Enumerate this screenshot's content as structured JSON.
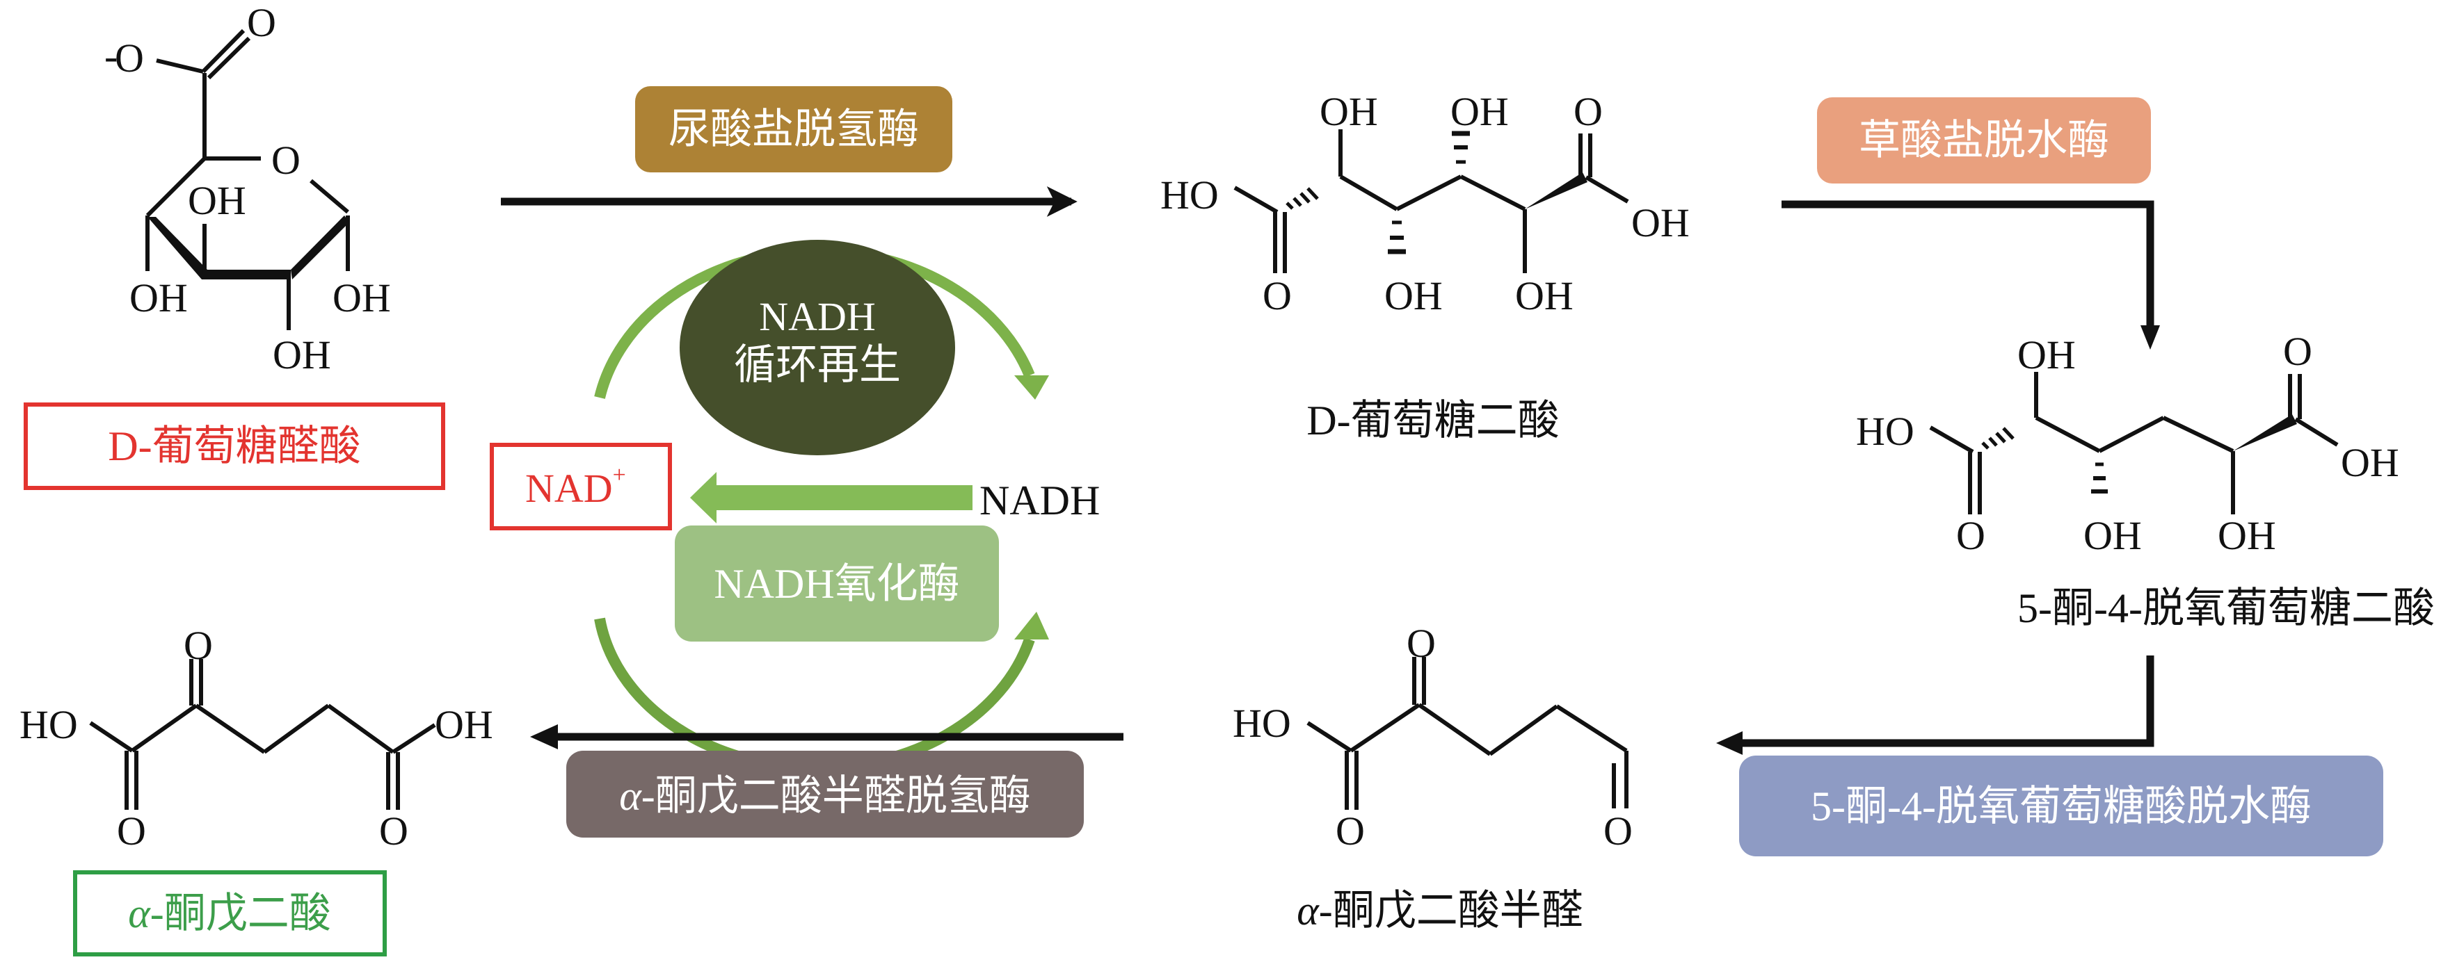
{
  "figure": {
    "colors": {
      "uronate_dh": "#AD8235",
      "glucarate_dh": "#E9A07E",
      "kdg_dh": "#8E9BC4",
      "kgsa_dh": "#776968",
      "nadh_oxidase": "#9DC183",
      "cycle_ellipse": "#454F2B",
      "cycle_arrow": "#7DB24A",
      "red_box": "#E3342F",
      "green_box": "#2E9E45"
    }
  },
  "compounds": {
    "glucuronate": {
      "label": "D-葡萄糖醛酸",
      "atoms": {
        "o_minus": "O",
        "charge": "-",
        "o_carbonyl": "O",
        "o_ring": "O",
        "oh_axial": "OH",
        "oh_left": "OH",
        "oh_right": "OH",
        "oh_bottom": "OH"
      }
    },
    "glucarate": {
      "label": "D-葡萄糖二酸",
      "atoms": {
        "ho_left": "HO",
        "o_left": "O",
        "oh_top1": "OH",
        "oh_top2": "OH",
        "o_right": "O",
        "oh_right": "OH",
        "oh_bot1": "OH",
        "oh_bot2": "OH"
      }
    },
    "kdg": {
      "label": "5-酮-4-脱氧葡萄糖二酸",
      "atoms": {
        "ho_left": "HO",
        "o_left": "O",
        "oh_top": "OH",
        "o_right": "O",
        "oh_right": "OH",
        "oh_bot1": "OH",
        "oh_bot2": "OH"
      }
    },
    "kgsa": {
      "label_alpha": "α",
      "label": "-酮戊二酸半醛",
      "atoms": {
        "ho_left": "HO",
        "o_top": "O",
        "o_left": "O",
        "o_right": "O"
      }
    },
    "akg": {
      "label_alpha": "α",
      "label": "-酮戊二酸",
      "atoms": {
        "ho_left": "HO",
        "o_top": "O",
        "oh_right": "OH",
        "o_left": "O",
        "o_right": "O"
      }
    }
  },
  "enzymes": {
    "uronate_dh": "尿酸盐脱氢酶",
    "glucarate_dh": "草酸盐脱水酶",
    "kdg_dh": "5-酮-4-脱氧葡萄糖酸脱水酶",
    "kgsa_dh_alpha": "α",
    "kgsa_dh": "-酮戊二酸半醛脱氢酶",
    "nadh_oxidase": "NADH氧化酶"
  },
  "cofactor_cycle": {
    "title_line1": "NADH",
    "title_line2": "循环再生",
    "nad_plus": "NAD",
    "nad_plus_sup": "+",
    "nadh": "NADH"
  }
}
